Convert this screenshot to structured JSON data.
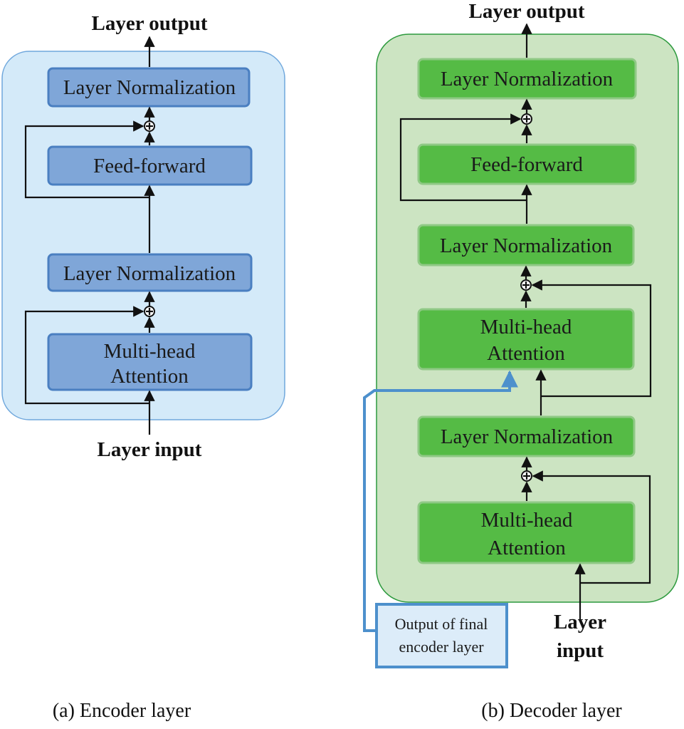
{
  "colors": {
    "encoder_panel": "#d4eaf9",
    "encoder_panel_border": "#6fa7dc",
    "encoder_box": "#7fa6d8",
    "encoder_box_border": "#4a7fc1",
    "decoder_panel": "#cce4c2",
    "decoder_panel_border": "#2d9a3e",
    "decoder_box": "#55bb45",
    "decoder_box_border": "#8fc985",
    "cross_arrow": "#4d90cc",
    "encoder_output_box": "#dcecf9"
  },
  "encoder": {
    "output_label": "Layer output",
    "layernorm_top": "Layer Normalization",
    "feedforward": "Feed-forward",
    "layernorm_bottom": "Layer Normalization",
    "attention_line1": "Multi-head",
    "attention_line2": "Attention",
    "input_label": "Layer input",
    "caption": "(a) Encoder layer"
  },
  "decoder": {
    "output_label": "Layer output",
    "layernorm_top": "Layer Normalization",
    "feedforward": "Feed-forward",
    "layernorm_mid": "Layer Normalization",
    "cross_attention_line1": "Multi-head",
    "cross_attention_line2": "Attention",
    "layernorm_bottom": "Layer Normalization",
    "self_attention_line1": "Multi-head",
    "self_attention_line2": "Attention",
    "input_label_line1": "Layer",
    "input_label_line2": "input",
    "encoder_output_line1": "Output of final",
    "encoder_output_line2": "encoder layer",
    "caption": "(b) Decoder layer"
  }
}
